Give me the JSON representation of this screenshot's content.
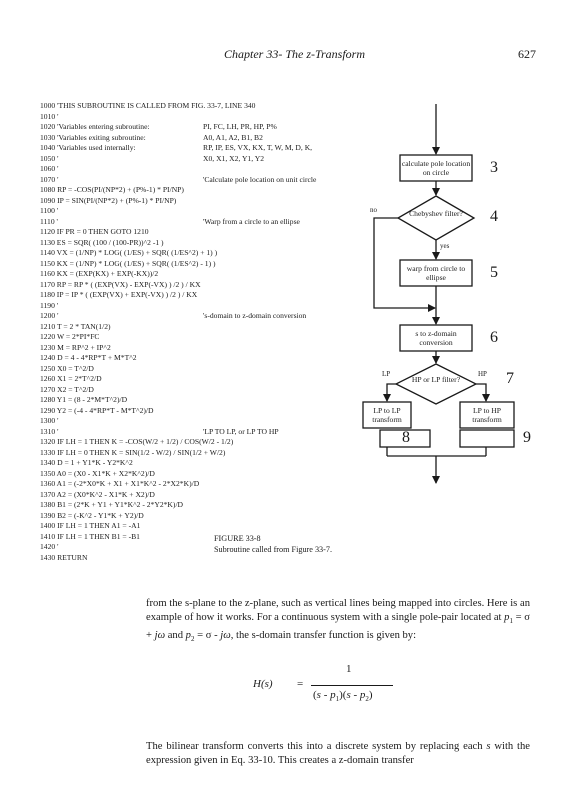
{
  "header": {
    "title": "Chapter 33- The z-Transform",
    "page_number": "627"
  },
  "code_lines": [
    {
      "text": "1000 'THIS SUBROUTINE IS CALLED FROM FIG. 33-7, LINE 340",
      "col2": ""
    },
    {
      "text": "1010 '",
      "col2": ""
    },
    {
      "text": "1020 'Variables entering subroutine:",
      "col2": "PI, FC, LH, PR, HP, P%"
    },
    {
      "text": "1030 'Variables exiting subroutine:",
      "col2": "A0, A1, A2, B1, B2"
    },
    {
      "text": "1040 'Variables used internally:",
      "col2": "RP, IP, ES, VX, KX, T, W, M, D, K,"
    },
    {
      "text": "1050 '",
      "col2": "X0, X1, X2, Y1, Y2"
    },
    {
      "text": "1060 '",
      "col2": ""
    },
    {
      "text": "1070 '",
      "col2": "'Calculate pole location on unit circle"
    },
    {
      "text": "1080 RP = -COS(PI/(NP*2) + (P%-1) * PI/NP)",
      "col2": ""
    },
    {
      "text": "1090 IP = SIN(PI/(NP*2) + (P%-1) * PI/NP)",
      "col2": ""
    },
    {
      "text": "1100 '",
      "col2": ""
    },
    {
      "text": "1110 '",
      "col2": "'Warp from a circle to an ellipse"
    },
    {
      "text": "1120 IF PR = 0 THEN GOTO 1210",
      "col2": ""
    },
    {
      "text": "1130 ES = SQR( (100 / (100-PR))^2 -1 )",
      "col2": ""
    },
    {
      "text": "1140 VX = (1/NP) * LOG( (1/ES) + SQR( (1/ES^2) + 1) )",
      "col2": ""
    },
    {
      "text": "1150 KX = (1/NP) * LOG( (1/ES) + SQR( (1/ES^2) - 1) )",
      "col2": ""
    },
    {
      "text": "1160 KX = (EXP(KX) + EXP(-KX))/2",
      "col2": ""
    },
    {
      "text": "1170 RP = RP * ( (EXP(VX) - EXP(-VX) ) /2 ) / KX",
      "col2": ""
    },
    {
      "text": "1180 IP = IP * ( (EXP(VX) + EXP(-VX) ) /2 ) / KX",
      "col2": ""
    },
    {
      "text": "1190 '",
      "col2": ""
    },
    {
      "text": "1200 '",
      "col2": "'s-domain to z-domain conversion"
    },
    {
      "text": "1210 T = 2 * TAN(1/2)",
      "col2": ""
    },
    {
      "text": "1220 W = 2*PI*FC",
      "col2": ""
    },
    {
      "text": "1230 M = RP^2 + IP^2",
      "col2": ""
    },
    {
      "text": "1240 D = 4 - 4*RP*T + M*T^2",
      "col2": ""
    },
    {
      "text": "1250 X0 = T^2/D",
      "col2": ""
    },
    {
      "text": "1260 X1 = 2*T^2/D",
      "col2": ""
    },
    {
      "text": "1270 X2 = T^2/D",
      "col2": ""
    },
    {
      "text": "1280 Y1 = (8 - 2*M*T^2)/D",
      "col2": ""
    },
    {
      "text": "1290 Y2 = (-4 - 4*RP*T - M*T^2)/D",
      "col2": ""
    },
    {
      "text": "1300 '",
      "col2": ""
    },
    {
      "text": "1310 '",
      "col2": "'LP TO LP, or LP TO HP"
    },
    {
      "text": "1320 IF LH = 1 THEN K = -COS(W/2 + 1/2) / COS(W/2 - 1/2)",
      "col2": ""
    },
    {
      "text": "1330 IF LH = 0 THEN K = SIN(1/2 - W/2) / SIN(1/2 + W/2)",
      "col2": ""
    },
    {
      "text": "1340 D = 1 + Y1*K - Y2*K^2",
      "col2": ""
    },
    {
      "text": "1350 A0 = (X0 - X1*K + X2*K^2)/D",
      "col2": ""
    },
    {
      "text": "1360 A1 = (-2*X0*K + X1 + X1*K^2 - 2*X2*K)/D",
      "col2": ""
    },
    {
      "text": "1370 A2 = (X0*K^2 - X1*K + X2)/D",
      "col2": ""
    },
    {
      "text": "1380 B1 = (2*K + Y1 + Y1*K^2 - 2*Y2*K)/D",
      "col2": ""
    },
    {
      "text": "1390 B2 = (-K^2 - Y1*K + Y2)/D",
      "col2": ""
    },
    {
      "text": "1400 IF LH = 1 THEN A1 = -A1",
      "col2": ""
    },
    {
      "text": "1410 IF LH = 1 THEN B1 = -B1",
      "col2": ""
    },
    {
      "text": "1420 '",
      "col2": ""
    },
    {
      "text": "1430 RETURN",
      "col2": ""
    }
  ],
  "figure": {
    "label": "FIGURE 33-8",
    "caption": "Subroutine called from Figure 33-7."
  },
  "flowchart": {
    "calc_box": "calculate pole location on circle",
    "cheby_diamond": "Chebyshev filter?",
    "no_label": "no",
    "yes_label": "yes",
    "warp_box": "warp from circle to ellipse",
    "sz_box": "s to z-domain conversion",
    "hplp_diamond": "HP or LP filter?",
    "lp_label": "LP",
    "hp_label": "HP",
    "lp_box": "LP to LP transform",
    "hp_box": "LP to HP transform",
    "step_3": "3",
    "step_4": "4",
    "step_5": "5",
    "step_6": "6",
    "step_7": "7",
    "step_8": "8",
    "step_9": "9"
  },
  "body": {
    "p1_a": "from the s-plane to the z-plane, such as vertical lines being mapped into circles. Here is an example of how it works. For a continuous system with a single pole-pair located at ",
    "p1_p1": "p",
    "p1_p1_sub": "1",
    "p1_mid1": " = σ + ",
    "p1_jw1": "jω",
    "p1_mid2": " and ",
    "p1_p2": "p",
    "p1_p2_sub": "2",
    "p1_mid3": " = σ - ",
    "p1_jw2": "jω",
    "p1_end": ", the s-domain transfer function is given by:",
    "p2_s": "s",
    "p2_a": "The bilinear transform converts this into a discrete system by replacing each ",
    "p2_b": " with the expression given in Eq. 33-10.  This creates a z-domain transfer"
  },
  "equation": {
    "lhs": "H(s)",
    "equals": "=",
    "numerator": "1",
    "den_open1": "(",
    "den_s1": "s",
    "den_minus1": " - ",
    "den_p1": "p",
    "den_p1_sub": "1",
    "den_close1": ")",
    "den_open2": "(",
    "den_s2": "s",
    "den_minus2": " - ",
    "den_p2": "p",
    "den_p2_sub": "2",
    "den_close2": ")"
  }
}
